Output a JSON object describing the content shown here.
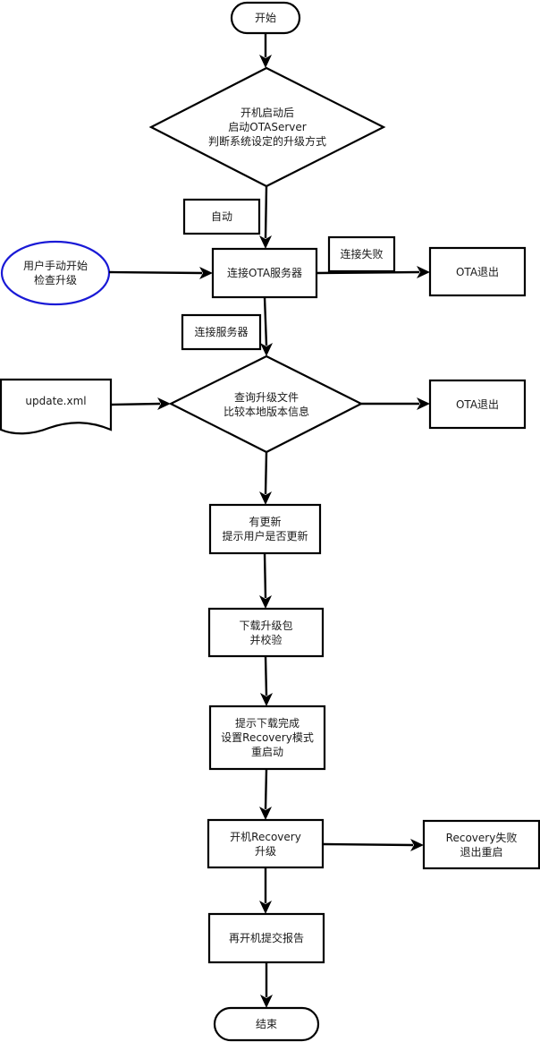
{
  "diagram": {
    "type": "flowchart",
    "colors": {
      "stroke": "#000000",
      "manual_start_stroke": "#1a1ad6",
      "fill": "#ffffff"
    },
    "nodes": {
      "start": {
        "shape": "terminator",
        "lines": [
          "开始"
        ]
      },
      "boot_decision": {
        "shape": "decision",
        "lines": [
          "开机启动后",
          "启动OTAServer",
          "判断系统设定的升级方式"
        ]
      },
      "auto_label": {
        "shape": "label-box",
        "lines": [
          "自动"
        ]
      },
      "manual_start": {
        "shape": "ellipse",
        "lines": [
          "用户手动开始",
          "检查升级"
        ]
      },
      "connect_ota": {
        "shape": "process",
        "lines": [
          "连接OTA服务器"
        ]
      },
      "connect_fail_label": {
        "shape": "label-box",
        "lines": [
          "连接失败"
        ]
      },
      "ota_exit_1": {
        "shape": "process",
        "lines": [
          "OTA退出"
        ]
      },
      "connect_server_label": {
        "shape": "label-box",
        "lines": [
          "连接服务器"
        ]
      },
      "update_xml": {
        "shape": "document",
        "lines": [
          "update.xml"
        ]
      },
      "query_decision": {
        "shape": "decision",
        "lines": [
          "查询升级文件",
          "比较本地版本信息"
        ]
      },
      "ota_exit_2": {
        "shape": "process",
        "lines": [
          "OTA退出"
        ]
      },
      "has_update": {
        "shape": "process",
        "lines": [
          "有更新",
          "提示用户是否更新"
        ]
      },
      "download": {
        "shape": "process",
        "lines": [
          "下载升级包",
          "并校验"
        ]
      },
      "download_done": {
        "shape": "process",
        "lines": [
          "提示下载完成",
          "设置Recovery模式",
          "重启动"
        ]
      },
      "recovery_upgrade": {
        "shape": "process",
        "lines": [
          "开机Recovery",
          "升级"
        ]
      },
      "recovery_fail": {
        "shape": "process",
        "lines": [
          "Recovery失败",
          "退出重启"
        ]
      },
      "report": {
        "shape": "process",
        "lines": [
          "再开机提交报告"
        ]
      },
      "end": {
        "shape": "terminator",
        "lines": [
          "结束"
        ]
      }
    },
    "edges": [
      {
        "from": "start",
        "to": "boot_decision"
      },
      {
        "from": "boot_decision",
        "to": "connect_ota",
        "label": "自动"
      },
      {
        "from": "manual_start",
        "to": "connect_ota"
      },
      {
        "from": "connect_ota",
        "to": "ota_exit_1",
        "label": "连接失败"
      },
      {
        "from": "connect_ota",
        "to": "query_decision",
        "label": "连接服务器"
      },
      {
        "from": "update_xml",
        "to": "query_decision"
      },
      {
        "from": "query_decision",
        "to": "ota_exit_2"
      },
      {
        "from": "query_decision",
        "to": "has_update"
      },
      {
        "from": "has_update",
        "to": "download"
      },
      {
        "from": "download",
        "to": "download_done"
      },
      {
        "from": "download_done",
        "to": "recovery_upgrade"
      },
      {
        "from": "recovery_upgrade",
        "to": "recovery_fail"
      },
      {
        "from": "recovery_upgrade",
        "to": "report"
      },
      {
        "from": "report",
        "to": "end"
      }
    ]
  }
}
